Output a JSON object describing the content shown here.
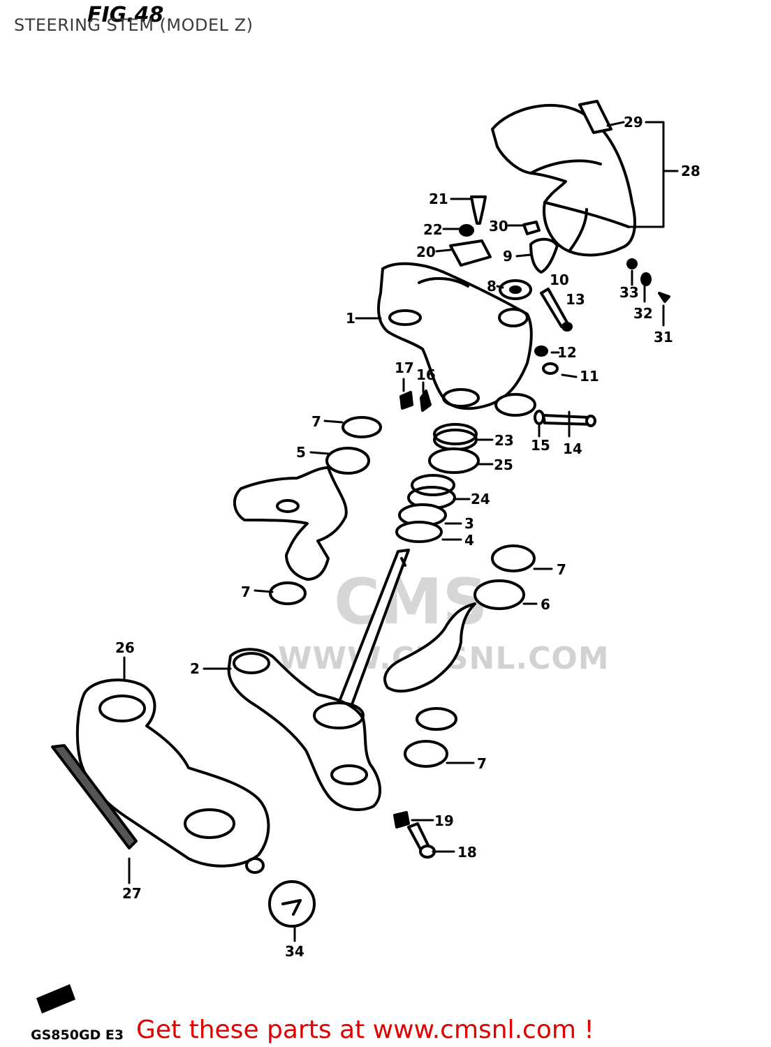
{
  "caption": "STEERING STEM (MODEL Z)",
  "figure_title": "FIG.48",
  "model_code": "GS850GD E3",
  "promo_text": "Get these parts at www.cmsnl.com !",
  "watermark": {
    "logo": "CMS",
    "url": "WWW.CMSNL.COM"
  },
  "parts": [
    {
      "id": "p1",
      "label": "1"
    },
    {
      "id": "p2",
      "label": "2"
    },
    {
      "id": "p3",
      "label": "3"
    },
    {
      "id": "p4",
      "label": "4"
    },
    {
      "id": "p5",
      "label": "5"
    },
    {
      "id": "p6",
      "label": "6"
    },
    {
      "id": "p7a",
      "label": "7"
    },
    {
      "id": "p7b",
      "label": "7"
    },
    {
      "id": "p7c",
      "label": "7"
    },
    {
      "id": "p7d",
      "label": "7"
    },
    {
      "id": "p8",
      "label": "8"
    },
    {
      "id": "p9",
      "label": "9"
    },
    {
      "id": "p10",
      "label": "10"
    },
    {
      "id": "p11",
      "label": "11"
    },
    {
      "id": "p12",
      "label": "12"
    },
    {
      "id": "p13",
      "label": "13"
    },
    {
      "id": "p14",
      "label": "14"
    },
    {
      "id": "p15",
      "label": "15"
    },
    {
      "id": "p16",
      "label": "16"
    },
    {
      "id": "p17",
      "label": "17"
    },
    {
      "id": "p18",
      "label": "18"
    },
    {
      "id": "p19",
      "label": "19"
    },
    {
      "id": "p20",
      "label": "20"
    },
    {
      "id": "p21",
      "label": "21"
    },
    {
      "id": "p22",
      "label": "22"
    },
    {
      "id": "p23",
      "label": "23"
    },
    {
      "id": "p24",
      "label": "24"
    },
    {
      "id": "p25",
      "label": "25"
    },
    {
      "id": "p26",
      "label": "26"
    },
    {
      "id": "p27",
      "label": "27"
    },
    {
      "id": "p28",
      "label": "28"
    },
    {
      "id": "p29",
      "label": "29"
    },
    {
      "id": "p30",
      "label": "30"
    },
    {
      "id": "p31",
      "label": "31"
    },
    {
      "id": "p32",
      "label": "32"
    },
    {
      "id": "p33",
      "label": "33"
    },
    {
      "id": "p34",
      "label": "34"
    }
  ]
}
